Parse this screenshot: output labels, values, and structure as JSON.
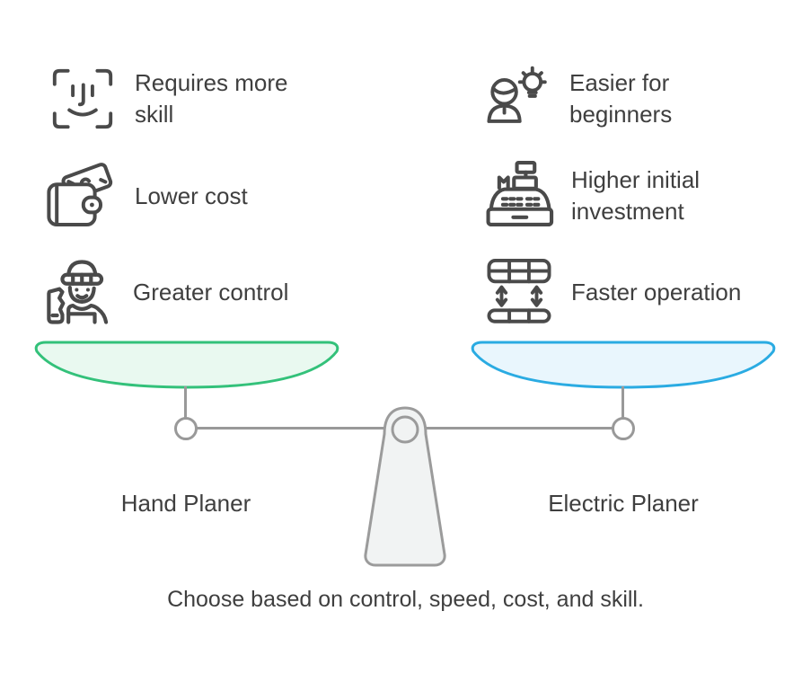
{
  "left_column": {
    "label": "Hand Planer",
    "pan_stroke": "#33c17a",
    "pan_fill": "#e9f9f0",
    "items": [
      {
        "icon": "face-scan-icon",
        "text": "Requires more skill"
      },
      {
        "icon": "wallet-money-icon",
        "text": "Lower cost"
      },
      {
        "icon": "craftsman-icon",
        "text": "Greater control"
      }
    ]
  },
  "right_column": {
    "label": "Electric Planer",
    "pan_stroke": "#2aabe2",
    "pan_fill": "#e9f6fd",
    "items": [
      {
        "icon": "beginner-idea-icon",
        "text": "Easier for beginners"
      },
      {
        "icon": "cash-register-icon",
        "text": "Higher initial investment"
      },
      {
        "icon": "adjustable-machine-icon",
        "text": "Faster operation"
      }
    ]
  },
  "scale": {
    "beam_color": "#999999",
    "fulcrum_fill": "#f1f3f3",
    "fulcrum_stroke": "#9b9b9b"
  },
  "caption": "Choose based on control, speed, cost, and skill.",
  "colors": {
    "text": "#3f3f3f",
    "icon_stroke": "#4a4a4a",
    "background": "#ffffff"
  }
}
